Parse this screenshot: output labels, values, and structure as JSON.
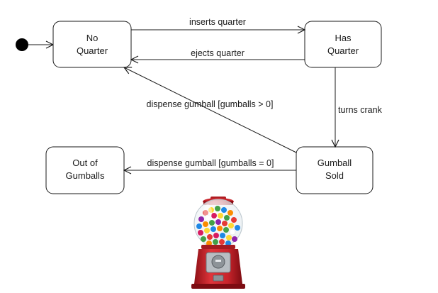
{
  "diagram": {
    "states": {
      "no_quarter": {
        "line1": "No",
        "line2": "Quarter"
      },
      "has_quarter": {
        "line1": "Has",
        "line2": "Quarter"
      },
      "gumball_sold": {
        "line1": "Gumball",
        "line2": "Sold"
      },
      "out_of_gumballs": {
        "line1": "Out of",
        "line2": "Gumballs"
      }
    },
    "transitions": {
      "inserts_quarter": "inserts quarter",
      "ejects_quarter": "ejects quarter",
      "turns_crank": "turns crank",
      "dispense_more": "dispense gumball [gumballs > 0]",
      "dispense_empty": "dispense gumball [gumballs = 0]"
    }
  },
  "colors": {
    "ink": "#1a1a1a",
    "machine_red": "#c8242b",
    "globe": "#e8eef2"
  },
  "icons": {
    "initial": "initial-state-icon",
    "machine": "gumball-machine-icon"
  }
}
